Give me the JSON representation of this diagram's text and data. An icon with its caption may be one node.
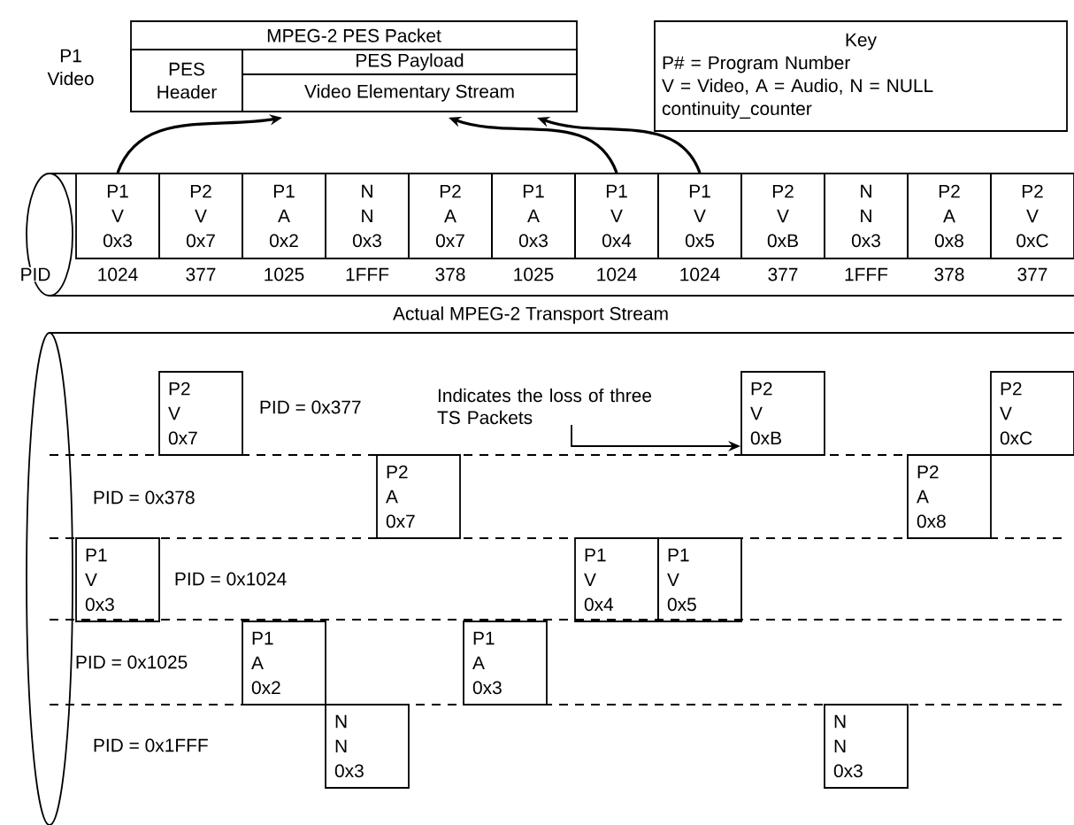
{
  "diagram": {
    "nodes": [
      {
        "text": [
          "MPEG-2 PES Packet"
        ]
      },
      {
        "text": [
          "PES Header"
        ],
        "in": 0
      },
      {
        "text": [
          "PES Payload"
        ],
        "in": 0
      },
      {
        "text": [
          "Video Elementary Stream"
        ],
        "in": 2
      },
      {
        "text": [
          "Key",
          "P# = Program Number",
          "V = Video, A = Audio, N = NULL",
          "continuity_counter"
        ]
      },
      {
        "text": [],
        "shape": "cylinder"
      },
      {
        "text": [
          "P1",
          "V",
          "0x3"
        ],
        "in": 5,
        "beside": [
          "1024"
        ]
      },
      {
        "text": [
          "P2",
          "V",
          "0x7"
        ],
        "in": 5,
        "beside": [
          "377"
        ]
      },
      {
        "text": [
          "P1",
          "A",
          "0x2"
        ],
        "in": 5,
        "beside": [
          "1025"
        ]
      },
      {
        "text": [
          "N",
          "N",
          "0x3"
        ],
        "in": 5,
        "beside": [
          "1FFF"
        ]
      },
      {
        "text": [
          "P2",
          "A",
          "0x7"
        ],
        "in": 5,
        "beside": [
          "378"
        ]
      },
      {
        "text": [
          "P1",
          "A",
          "0x3"
        ],
        "in": 5,
        "beside": [
          "1025"
        ]
      },
      {
        "text": [
          "P1",
          "V",
          "0x4"
        ],
        "in": 5,
        "beside": [
          "1024"
        ]
      },
      {
        "text": [
          "P1",
          "V",
          "0x5"
        ],
        "in": 5,
        "beside": [
          "1024"
        ]
      },
      {
        "text": [
          "P2",
          "V",
          "0xB"
        ],
        "in": 5,
        "beside": [
          "377"
        ]
      },
      {
        "text": [
          "N",
          "N",
          "0x3"
        ],
        "in": 5,
        "beside": [
          "1FFF"
        ]
      },
      {
        "text": [
          "P2",
          "A",
          "0x8"
        ],
        "in": 5,
        "beside": [
          "378"
        ]
      },
      {
        "text": [
          "P2",
          "V",
          "0xC"
        ],
        "in": 5,
        "beside": [
          "377"
        ]
      },
      {
        "text": [],
        "shape": "cylinder"
      },
      {
        "text": [
          "P2",
          "V",
          "0x7"
        ],
        "in": 18
      },
      {
        "text": [
          "Indicates the loss of three TS Packets"
        ],
        "in": 18
      },
      {
        "text": [
          "P2",
          "V",
          "0xB"
        ],
        "in": 18
      },
      {
        "text": [
          "P2",
          "V",
          "0xC"
        ],
        "in": 18
      },
      {
        "text": [
          "P2",
          "A",
          "0x7"
        ],
        "in": 18
      },
      {
        "text": [
          "P2",
          "A",
          "0x8"
        ],
        "in": 18
      },
      {
        "text": [
          "P1",
          "V",
          "0x3"
        ],
        "in": 18
      },
      {
        "text": [
          "P1",
          "V",
          "0x4"
        ],
        "in": 18
      },
      {
        "text": [
          "P1",
          "V",
          "0x5"
        ],
        "in": 18
      },
      {
        "text": [
          "P1",
          "A",
          "0x2"
        ],
        "in": 18
      },
      {
        "text": [
          "P1",
          "A",
          "0x3"
        ],
        "in": 18
      },
      {
        "text": [
          "N",
          "N",
          "0x3"
        ],
        "in": 18
      },
      {
        "text": [
          "N",
          "N",
          "0x3"
        ],
        "in": 18
      }
    ],
    "edges": [
      {
        "from": 6,
        "to": 3,
        "arrow": "to"
      },
      {
        "from": 12,
        "to": 3,
        "arrow": "to"
      },
      {
        "from": 13,
        "to": 3,
        "arrow": "to"
      },
      {
        "from": 20,
        "to": 21,
        "arrow": "to"
      }
    ],
    "labels": [
      "P1 Video",
      "PID",
      "Actual MPEG-2 Transport Stream",
      "PID = 0x377",
      "PID = 0x378",
      "PID = 0x1024",
      "PID = 0x1025",
      "PID = 0x1FFF"
    ]
  }
}
